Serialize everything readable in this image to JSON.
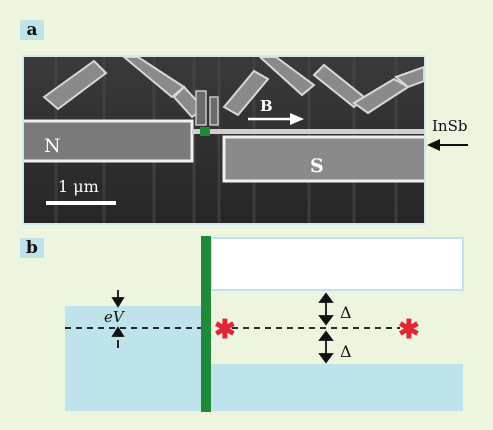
{
  "panel_a": {
    "label": "a",
    "normal_lead_label": "N",
    "superconductor_label": "S",
    "field_label": "B",
    "scale_bar_label": "1 μm",
    "nanowire_label": "InSb"
  },
  "panel_b": {
    "label": "b",
    "bias_label": "eV",
    "gap_label_upper": "Δ",
    "gap_label_lower": "Δ",
    "state_marker_left": "✱",
    "state_marker_right": "✱"
  },
  "colors": {
    "barrier_green": "#1f8a3c",
    "state_red": "#e32636",
    "band_blue": "#bfe3ea",
    "background": "#eef5df"
  }
}
